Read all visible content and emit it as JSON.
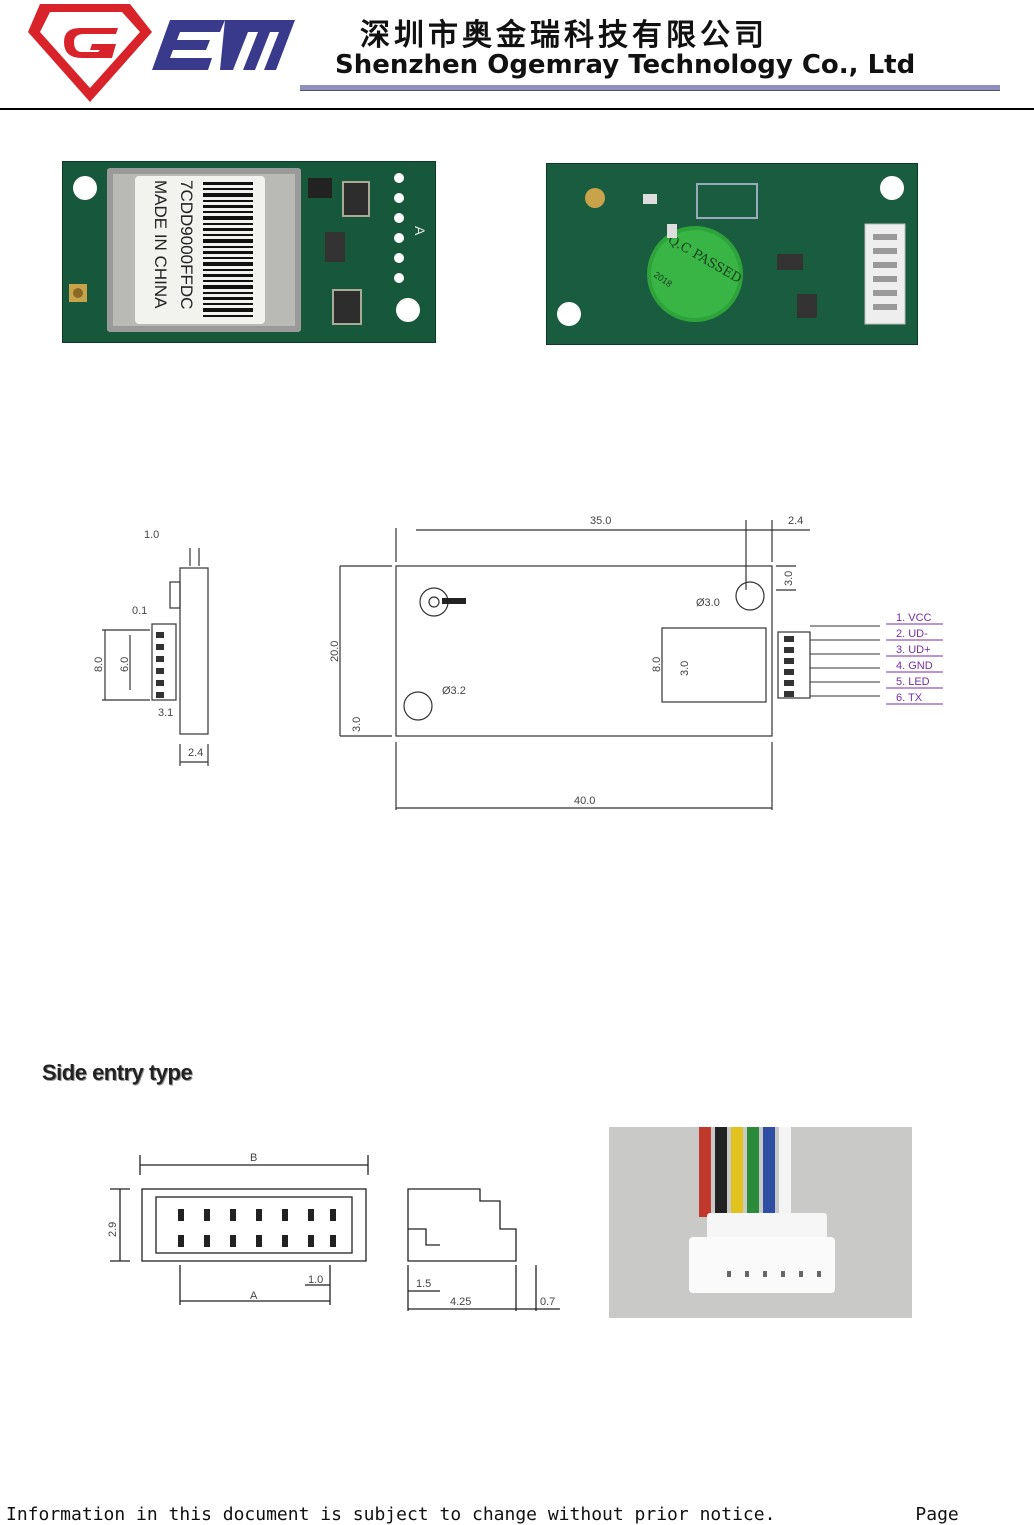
{
  "header": {
    "logo_text": "GEM",
    "company_cn": "深圳市奥金瑞科技有限公司",
    "company_en": "Shenzhen Ogemray Technology Co., Ltd"
  },
  "photos": {
    "front_label_code": "7CDD9000FFDC",
    "front_label_origin": "MADE IN CHINA",
    "front_pcb_mark": "A",
    "qc_sticker": "Q.C PASSED",
    "qc_year": "2018"
  },
  "module_drawing": {
    "side_dims": [
      "1.0",
      "0.1",
      "8.0",
      "6.0",
      "3.1",
      "2.4"
    ],
    "top_dims": {
      "length": "35.0",
      "overall_length": "40.0",
      "height": "20.0",
      "offset_right": "2.4",
      "offset_top": "3.0",
      "offset_bottom": "3.0",
      "hole_top": "Ø3.0",
      "hole_bottom": "Ø3.2",
      "conn_h": "8.0",
      "conn_pitch": "3.0"
    },
    "pins": [
      "1. VCC",
      "2. UD-",
      "3. UD+",
      "4. GND",
      "5. LED",
      "6. TX"
    ]
  },
  "section_title": "Side entry type",
  "connector_drawing": {
    "dim_b": "B",
    "dim_a": "A",
    "dim_height": "2.9",
    "dim_pitch": "1.0",
    "dim_side_a": "1.5",
    "dim_side_b": "4.25",
    "dim_side_c": "0.7"
  },
  "footer": {
    "notice": "Information in this document is subject to change without prior notice.",
    "page_label": "Page"
  }
}
